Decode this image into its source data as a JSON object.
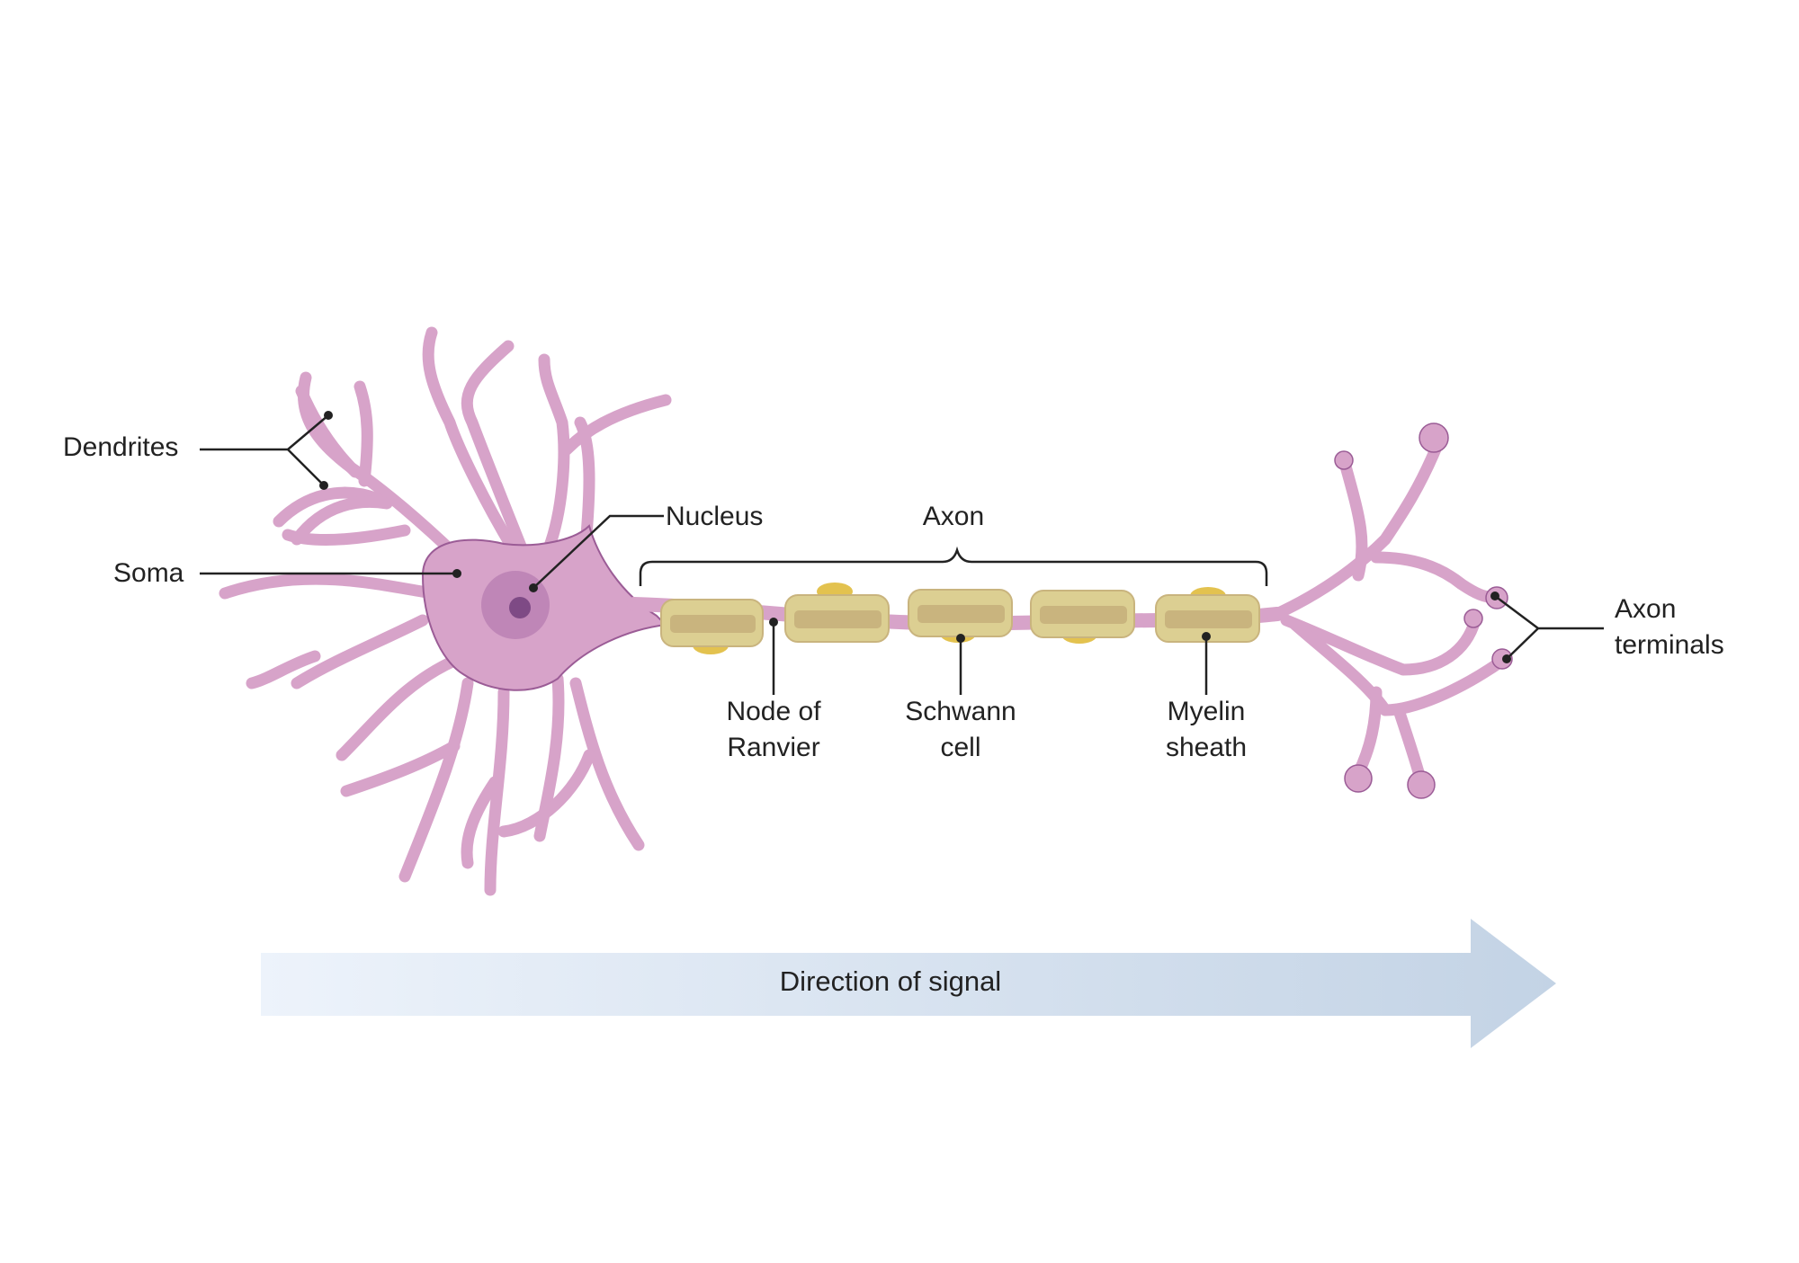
{
  "labels": {
    "dendrites": "Dendrites",
    "soma": "Soma",
    "nucleus": "Nucleus",
    "axon": "Axon",
    "node_of_ranvier": [
      "Node of",
      "Ranvier"
    ],
    "schwann_cell": [
      "Schwann",
      "cell"
    ],
    "myelin_sheath": [
      "Myelin",
      "sheath"
    ],
    "axon_terminals": [
      "Axon",
      "terminals"
    ]
  },
  "arrow": {
    "label": "Direction of signal"
  },
  "colors": {
    "neuron_fill": "#d7a3c9",
    "neuron_stroke": "#9b5c96",
    "nucleus_outer": "#bf86b7",
    "nucleolus": "#7e4a85",
    "myelin_fill": "#c9b47e",
    "myelin_stroke": "#dccf92",
    "schwann_nucleus": "#e3c24f",
    "leader_line": "#222222",
    "arrow_start": "#edf3fb",
    "arrow_end": "#c3d3e5"
  }
}
